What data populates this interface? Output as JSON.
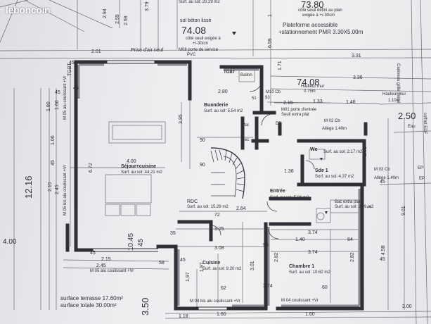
{
  "watermark": "leboncoin",
  "colors": {
    "wall": "#2f2f36",
    "line": "#3b3c44",
    "wall_hatch": "#8a8b93",
    "paper": "#ecedef"
  },
  "header": {
    "level_top": "73.80",
    "plateforme_note1": "côté seuil défini au plan",
    "plateforme_note2": "exigée à +/-30cm",
    "plateforme": "Plateforme accessible",
    "stationnement": "+stationnement PMR 3.30X5.00m",
    "sol_beton": "sol béton lissé",
    "level_main": "74.08",
    "level_note1": "côté seuil exigée à",
    "level_note2": "+/-30cm",
    "terrasse_soil": "Surf. au sol: 20.29 m2"
  },
  "rooms": {
    "buanderie": {
      "name": "Buanderie",
      "area": "Surf. au sol: 5.54 m2"
    },
    "sejour": {
      "name": "Séjour+cuisine",
      "area": "Surf. au sol: 44.21 m2"
    },
    "rdc": {
      "name": "RDC",
      "area": "Surf. au sol: 15.29 m2"
    },
    "entree": {
      "name": "Entrée",
      "area": "Surf. au sol: 5.86 m2"
    },
    "wc": {
      "name": "Wc",
      "area": "Surf. au sol: 2.17 m2"
    },
    "sde": {
      "name": "Sde 1",
      "area": "Surf. au sol: 4.37 m2"
    },
    "cuisine": {
      "name": "Cuisine",
      "area": "Surf. au sol: 9.20 m2"
    },
    "chambre": {
      "name": "Chambre 1",
      "area": "Surf. au sol: 10.62 m2"
    },
    "bac": {
      "name": "Bac extra plat",
      "area": "Surf. au sol: 2.09 m2"
    }
  },
  "labels": {
    "prise_air": "Prise d'air neuf",
    "m08": "M08 porte de service",
    "pvc": "PVC",
    "tgbt": "TGBT",
    "ballon": "Ballon",
    "level_right": "74.08",
    "hauteur_mur": "Hauteur mur",
    "hauteur_val": "0.75m",
    "hauteur_mur2": "Hauteur mur",
    "hauteur_val2": "1.10m",
    "m10": "M10 Cb",
    "m01": "M01 porte d'entrée",
    "seuil": "Seuil extra plat",
    "m02": "M 02 Cb",
    "allege1": "Allège 1.40m",
    "m03": "M 03 Cb",
    "allege2": "Allège 1.40m",
    "eau": "Eau",
    "ep_top": "EP",
    "ep_right": "EP",
    "ep_right2": "EP",
    "mal": "Mal",
    "bec": "Bec",
    "caniveau": "Caniveau grille métal",
    "coffret": "coffret EDF",
    "m05_top": "M 05 alu coulissant +Vr",
    "m05_left": "M 05 bis alu coulissant +Vr",
    "m05_bottom": "M 05 alu coulissant +Vr",
    "m04_bottom": "M 04 bis alu coulissant +Vr",
    "m04_right": "M 04 coulissant +Vr",
    "terrasse_surf": "surface terrasse 17.60m²",
    "totale_surf": "surface totale 30.00m²"
  },
  "dims": {
    "d294": "2.94",
    "d259": "2.59",
    "d379": "3.79",
    "d659": "6.59",
    "d201": "2.01",
    "d171": "1.71",
    "d331": "3.31",
    "d336": "3.36",
    "d280": "2.80",
    "d93": "93",
    "d215": "2.15",
    "d133": "1.33",
    "d146": "1.46",
    "d250": "2.50",
    "d51": "51",
    "d395": "3.95",
    "d90": "90",
    "d90b": "90",
    "d160": "1.60",
    "d106": "1.06",
    "d180": "1.80",
    "d672": "6.72",
    "d400": "4.00",
    "d400left": "4.00",
    "d1216": "12.16",
    "d1045": "10.45",
    "d215b": "2.15",
    "d215c": "2.15",
    "d245": "2.45",
    "d72": "72",
    "d136": "1.36",
    "d264": "2.64",
    "d325": "3.25",
    "d308": "3.08",
    "d374": "3.74",
    "d374b": "3.74",
    "d374c": "3.74",
    "d140": "1.40",
    "d84": "84",
    "d35": "35",
    "d58": "58",
    "d197": "1.97",
    "d301": "3.01",
    "d282": "2.82",
    "d282b": "2.82",
    "d458": "4.58",
    "d901": "9.01",
    "d1": "1",
    "d45a": "45",
    "d45b": "45",
    "d45c": "45",
    "d45d": "45",
    "d45e": "45",
    "d45f": "45",
    "d45g": "45",
    "d45h": "45",
    "d45i": "45",
    "d118": "1.18",
    "d160b": "1.60",
    "d160c": "1.60",
    "d300": "3.00",
    "d350": "3.50",
    "d62": "62",
    "d60": "60",
    "d151": "1.51",
    "d90c": "90"
  }
}
